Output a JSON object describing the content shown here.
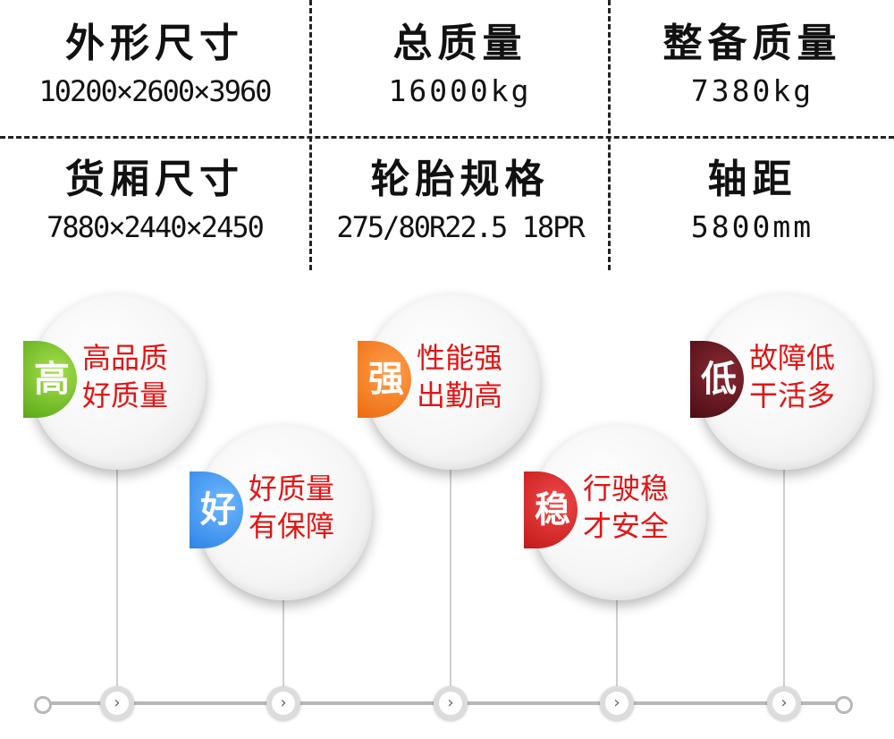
{
  "specs": [
    {
      "label": "外形尺寸",
      "value": "10200×2600×3960"
    },
    {
      "label": "总质量",
      "value": "16000kg"
    },
    {
      "label": "整备质量",
      "value": "7380kg"
    },
    {
      "label": "货厢尺寸",
      "value": "7880×2440×2450"
    },
    {
      "label": "轮胎规格",
      "value": "275/80R22.5 18PR"
    },
    {
      "label": "轴距",
      "value": "5800mm"
    }
  ],
  "features": [
    {
      "badge": "高",
      "line1": "高品质",
      "line2": "好质量",
      "badge_color": "#6cc027"
    },
    {
      "badge": "好",
      "line1": "好质量",
      "line2": "有保障",
      "badge_color": "#3d93f0"
    },
    {
      "badge": "强",
      "line1": "性能强",
      "line2": "出勤高",
      "badge_color": "#f57a1c"
    },
    {
      "badge": "稳",
      "line1": "行驶稳",
      "line2": "才安全",
      "badge_color": "#d11f1f"
    },
    {
      "badge": "低",
      "line1": "故障低",
      "line2": "干活多",
      "badge_color": "#5e111b"
    }
  ],
  "timeline": {
    "node_glyph": "›"
  },
  "colors": {
    "feature_text": "#e31414",
    "line": "#b8b8b8"
  }
}
